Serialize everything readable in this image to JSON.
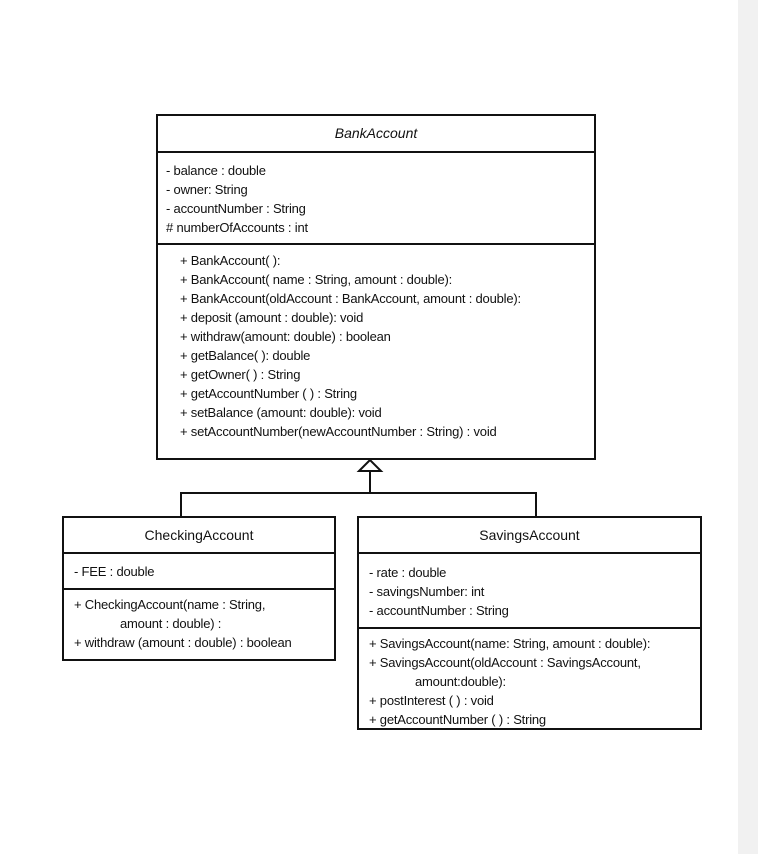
{
  "classes": {
    "bank_account": {
      "name": "BankAccount",
      "attributes": [
        "- balance : double",
        "- owner: String",
        "- accountNumber : String",
        "# numberOfAccounts : int"
      ],
      "operations": [
        "+ BankAccount( ):",
        "+ BankAccount( name : String, amount : double):",
        "+ BankAccount(oldAccount : BankAccount, amount :  double):",
        "+ deposit (amount : double): void",
        "+ withdraw(amount: double) : boolean",
        "+ getBalance( ): double",
        "+ getOwner( ) : String",
        "+ getAccountNumber ( ) : String",
        "+ setBalance (amount: double): void",
        "+ setAccountNumber(newAccountNumber : String) : void"
      ]
    },
    "checking_account": {
      "name": "CheckingAccount",
      "attributes": [
        "- FEE : double"
      ],
      "operations": [
        "+ CheckingAccount(name : String,",
        "amount : double) :",
        "+ withdraw (amount : double) : boolean"
      ]
    },
    "savings_account": {
      "name": "SavingsAccount",
      "attributes": [
        "- rate : double",
        "- savingsNumber: int",
        "- accountNumber : String"
      ],
      "operations": [
        "+ SavingsAccount(name: String, amount : double):",
        "+ SavingsAccount(oldAccount : SavingsAccount,",
        "amount:double):",
        "+ postInterest ( ) : void",
        "+ getAccountNumber ( ) : String"
      ]
    }
  }
}
